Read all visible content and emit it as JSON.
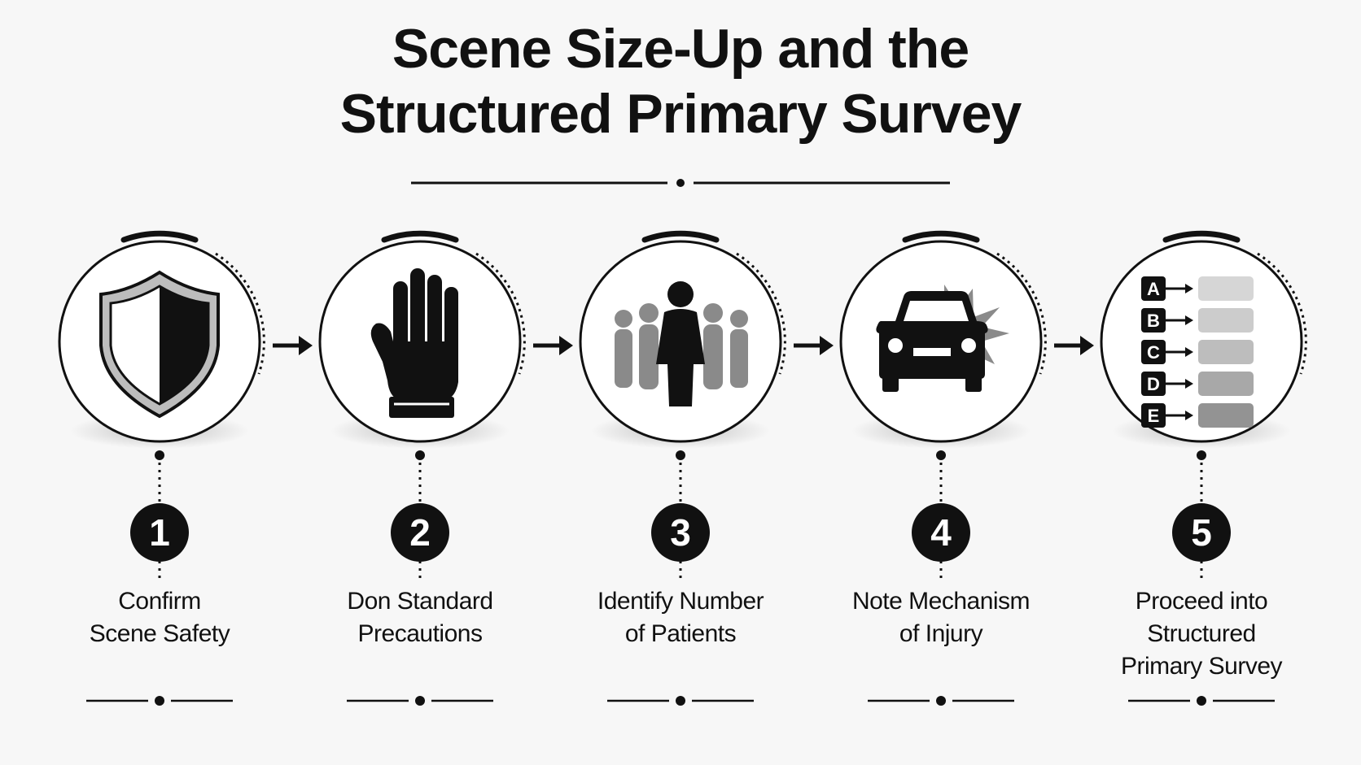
{
  "title": {
    "line1": "Scene Size-Up and the",
    "line2": "Structured Primary Survey"
  },
  "steps": [
    {
      "number": "1",
      "label_lines": [
        "Confirm",
        "Scene Safety"
      ],
      "icon": "shield-icon"
    },
    {
      "number": "2",
      "label_lines": [
        "Don Standard",
        "Precautions"
      ],
      "icon": "glove-icon"
    },
    {
      "number": "3",
      "label_lines": [
        "Identify Number",
        "of Patients"
      ],
      "icon": "people-group-icon"
    },
    {
      "number": "4",
      "label_lines": [
        "Note Mechanism",
        "of Injury"
      ],
      "icon": "car-crash-icon"
    },
    {
      "number": "5",
      "label_lines": [
        "Proceed into",
        "Structured",
        "Primary Survey"
      ],
      "icon": "abcde-checklist-icon"
    }
  ],
  "abcde_letters": [
    "A",
    "B",
    "C",
    "D",
    "E"
  ],
  "colors": {
    "background": "#f7f7f7",
    "ink": "#111111",
    "gray_light": "#cfcfcf",
    "gray_mid": "#9a9a9a",
    "gray_dark": "#7a7a7a"
  }
}
